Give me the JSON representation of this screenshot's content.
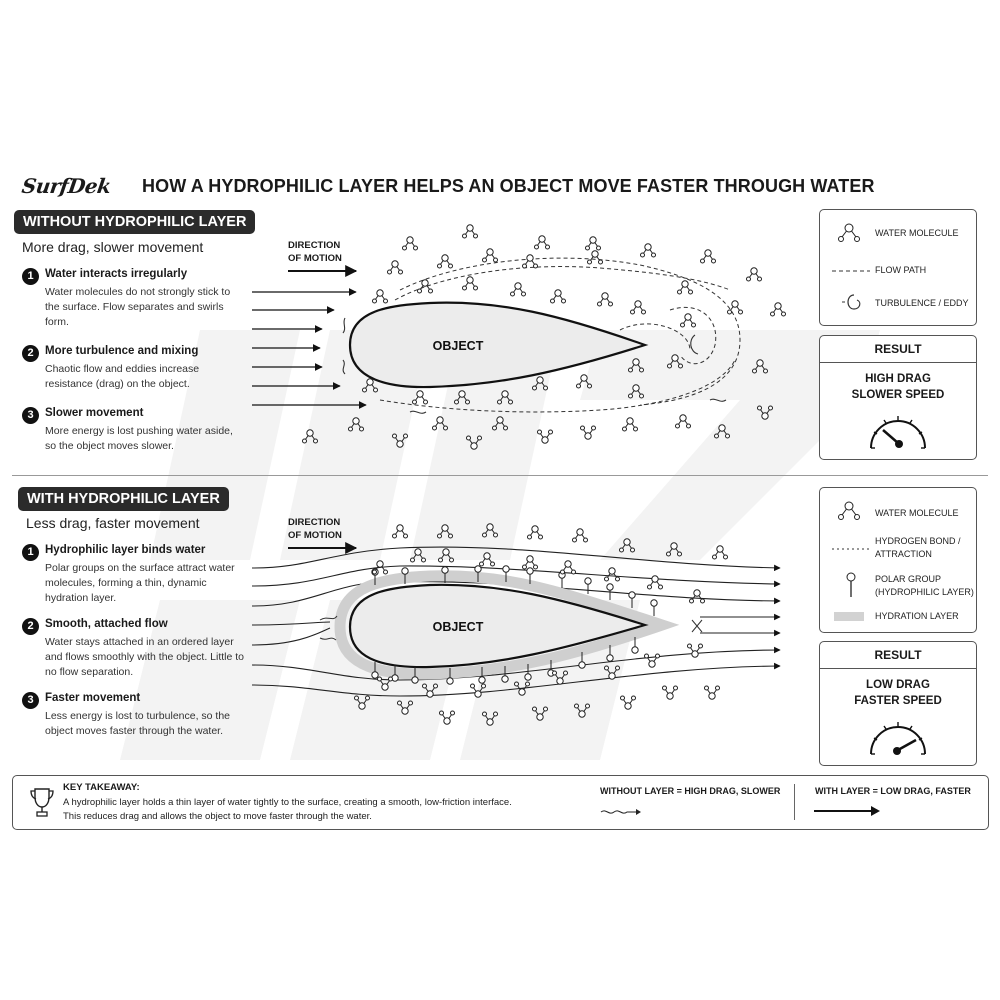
{
  "header": {
    "brand": "SurfDek",
    "title": "HOW A HYDROPHILIC LAYER HELPS AN OBJECT MOVE FASTER THROUGH WATER"
  },
  "without": {
    "badge": "WITHOUT HYDROPHILIC LAYER",
    "subtitle": "More drag, slower movement",
    "steps": [
      {
        "num": "1",
        "title": "Water interacts irregularly",
        "body": "Water molecules do not strongly stick to the surface. Flow separates and swirls form."
      },
      {
        "num": "2",
        "title": "More turbulence and mixing",
        "body": "Chaotic flow and eddies increase resistance (drag) on the object."
      },
      {
        "num": "3",
        "title": "Slower movement",
        "body": "More energy is lost pushing water aside, so the object moves slower."
      }
    ],
    "direction_label": [
      "DIRECTION",
      "OF MOTION"
    ],
    "object_label": "OBJECT",
    "legend": [
      {
        "icon": "water-molecule-icon",
        "label": "WATER MOLECULE"
      },
      {
        "icon": "dashed-flow-path-icon",
        "label": "FLOW PATH"
      },
      {
        "icon": "eddy-icon",
        "label": "TURBULENCE / EDDY"
      }
    ],
    "result": {
      "heading": "RESULT",
      "line1": "HIGH DRAG",
      "line2": "SLOWER SPEED",
      "gauge": "low"
    }
  },
  "with": {
    "badge": "WITH HYDROPHILIC LAYER",
    "subtitle": "Less drag, faster movement",
    "steps": [
      {
        "num": "1",
        "title": "Hydrophilic layer binds water",
        "body": "Polar groups on the surface attract water molecules, forming a thin, dynamic hydration layer."
      },
      {
        "num": "2",
        "title": "Smooth, attached flow",
        "body": "Water stays attached in an ordered layer and flows smoothly with the object. Little to no flow separation."
      },
      {
        "num": "3",
        "title": "Faster movement",
        "body": "Less energy is lost to turbulence, so the object moves faster through the water."
      }
    ],
    "direction_label": [
      "DIRECTION",
      "OF MOTION"
    ],
    "object_label": "OBJECT",
    "legend": [
      {
        "icon": "water-molecule-icon",
        "label": "WATER MOLECULE"
      },
      {
        "icon": "dotted-hydrogen-bond-icon",
        "label": "HYDROGEN BOND /",
        "label2": "ATTRACTION"
      },
      {
        "icon": "polar-group-icon",
        "label": "POLAR GROUP",
        "label2": "(HYDROPHILIC LAYER)"
      },
      {
        "icon": "hydration-layer-swatch",
        "label": "HYDRATION LAYER"
      }
    ],
    "result": {
      "heading": "RESULT",
      "line1": "LOW DRAG",
      "line2": "FASTER SPEED",
      "gauge": "high"
    }
  },
  "takeaway": {
    "heading": "KEY TAKEAWAY:",
    "line1": "A hydrophilic layer holds a thin layer of water tightly to the surface, creating a smooth, low-friction interface.",
    "line2": "This reduces drag and allows the object to move faster through the water.",
    "compare_without": "WITHOUT LAYER = HIGH DRAG, SLOWER",
    "compare_with": "WITH LAYER = LOW DRAG, FASTER"
  },
  "colors": {
    "ink": "#1a1a1a",
    "badge_bg": "#2b2b2b",
    "object_fill": "#ececec",
    "hydration_layer": "#cfcfcf",
    "watermark": "#f2f2f2"
  }
}
